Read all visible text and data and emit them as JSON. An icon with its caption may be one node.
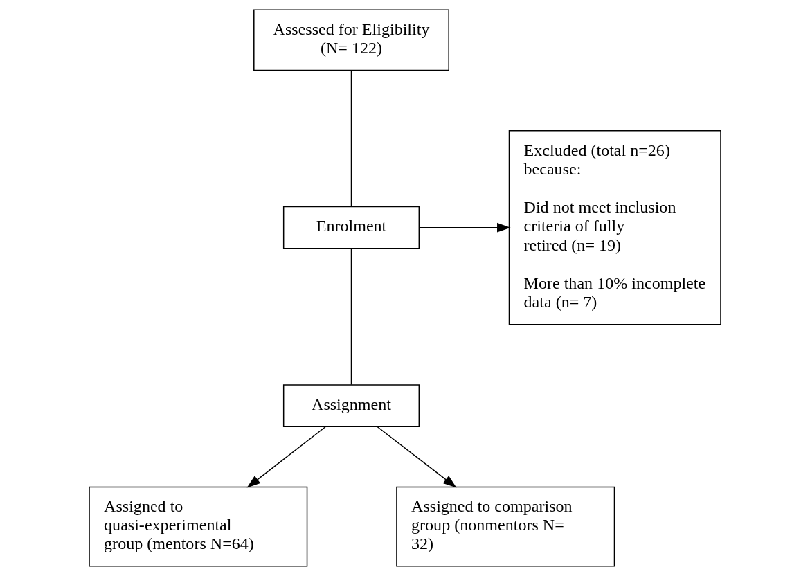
{
  "diagram": {
    "nodes": [
      {
        "text": [
          "Assessed for Eligibility (N= 122)"
        ]
      },
      {
        "text": [
          "Enrolment"
        ]
      },
      {
        "text": [
          "Assignment"
        ]
      },
      {
        "text": [
          "Excluded (total n=26) because:",
          "Did not meet inclusion criteria of fully retired (n= 19)",
          "More than 10% incomplete data (n= 7)"
        ]
      },
      {
        "text": [
          "Assigned to quasi-experimental group (mentors N=64)"
        ]
      },
      {
        "text": [
          "Assigned to comparison group (nonmentors N= 32)"
        ]
      }
    ],
    "edges": [
      {
        "from": 0,
        "to": 1,
        "arrow": "none"
      },
      {
        "from": 1,
        "to": 3,
        "arrow": "to"
      },
      {
        "from": 1,
        "to": 2,
        "arrow": "none"
      },
      {
        "from": 2,
        "to": 4,
        "arrow": "to"
      },
      {
        "from": 2,
        "to": 5,
        "arrow": "to"
      }
    ]
  }
}
